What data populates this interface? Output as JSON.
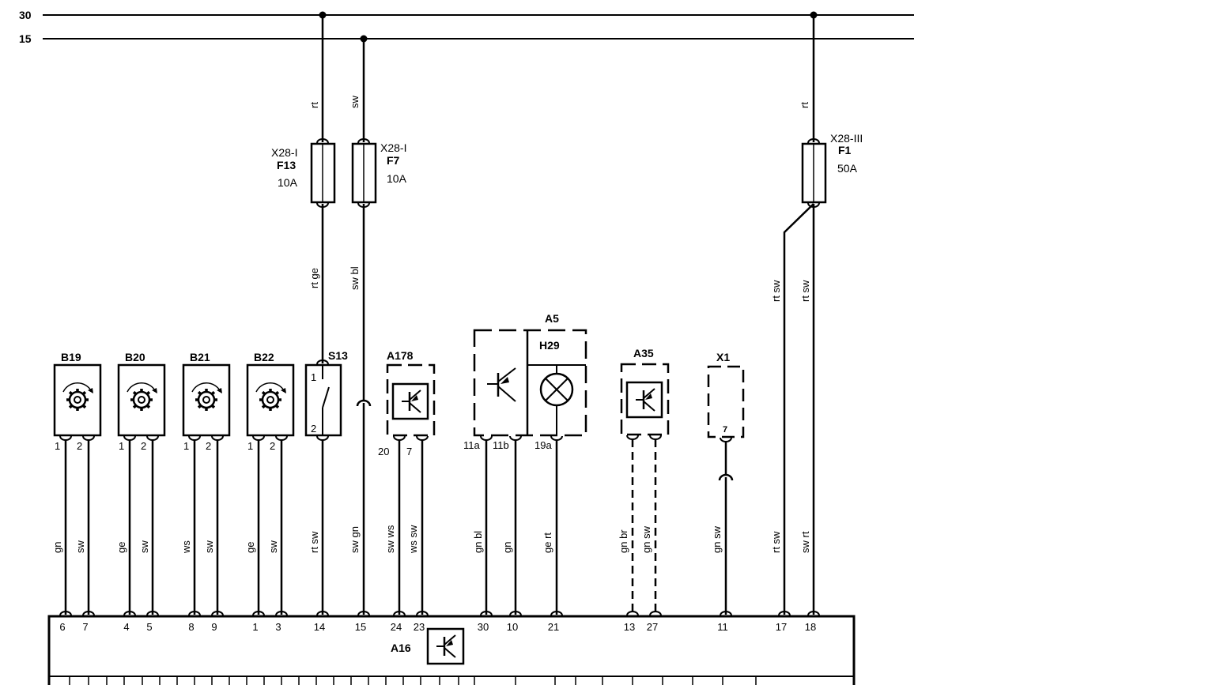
{
  "rails": [
    {
      "label": "30"
    },
    {
      "label": "15"
    }
  ],
  "fuses": [
    {
      "id": "F13",
      "block": "X28-I",
      "rating": "10A",
      "wire_in": "rt",
      "wire_out": "rt ge"
    },
    {
      "id": "F7",
      "block": "X28-I",
      "rating": "10A",
      "wire_in": "sw",
      "wire_out": "sw bl"
    },
    {
      "id": "F1",
      "block": "X28-III",
      "rating": "50A",
      "wire_in": "rt",
      "wire_out_a": "rt sw",
      "wire_out_b": "rt sw"
    }
  ],
  "sensors": [
    {
      "id": "B19",
      "pins": [
        "1",
        "2"
      ],
      "wires": [
        "gn",
        "sw"
      ],
      "ecu_pins": [
        "6",
        "7"
      ]
    },
    {
      "id": "B20",
      "pins": [
        "1",
        "2"
      ],
      "wires": [
        "ge",
        "sw"
      ],
      "ecu_pins": [
        "4",
        "5"
      ]
    },
    {
      "id": "B21",
      "pins": [
        "1",
        "2"
      ],
      "wires": [
        "ws",
        "sw"
      ],
      "ecu_pins": [
        "8",
        "9"
      ]
    },
    {
      "id": "B22",
      "pins": [
        "1",
        "2"
      ],
      "wires": [
        "ge",
        "sw"
      ],
      "ecu_pins": [
        "1",
        "3"
      ]
    }
  ],
  "switch": {
    "id": "S13",
    "pins": [
      "1",
      "2"
    ],
    "wire": "rt sw",
    "ecu_pin": "14"
  },
  "f7_lower": {
    "wire": "sw gn",
    "ecu_pin": "15"
  },
  "a178": {
    "id": "A178",
    "pins": [
      "20",
      "7"
    ],
    "wires": [
      "sw ws",
      "ws sw"
    ],
    "ecu_pins": [
      "24",
      "23"
    ]
  },
  "a5": {
    "id": "A5",
    "lamp": "H29",
    "pins": [
      "11a",
      "11b",
      "19a"
    ],
    "wires": [
      "gn bl",
      "gn",
      "ge rt"
    ],
    "ecu_pins": [
      "30",
      "10",
      "21"
    ]
  },
  "a35": {
    "id": "A35",
    "wires": [
      "gn br",
      "gn sw"
    ],
    "ecu_pins": [
      "13",
      "27"
    ]
  },
  "x1": {
    "id": "X1",
    "pin": "7",
    "wire": "gn sw",
    "ecu_pin": "11"
  },
  "f1_lower": {
    "wires": [
      "rt sw",
      "sw rt"
    ],
    "ecu_pins": [
      "17",
      "18"
    ]
  },
  "ecu": {
    "id": "A16"
  }
}
